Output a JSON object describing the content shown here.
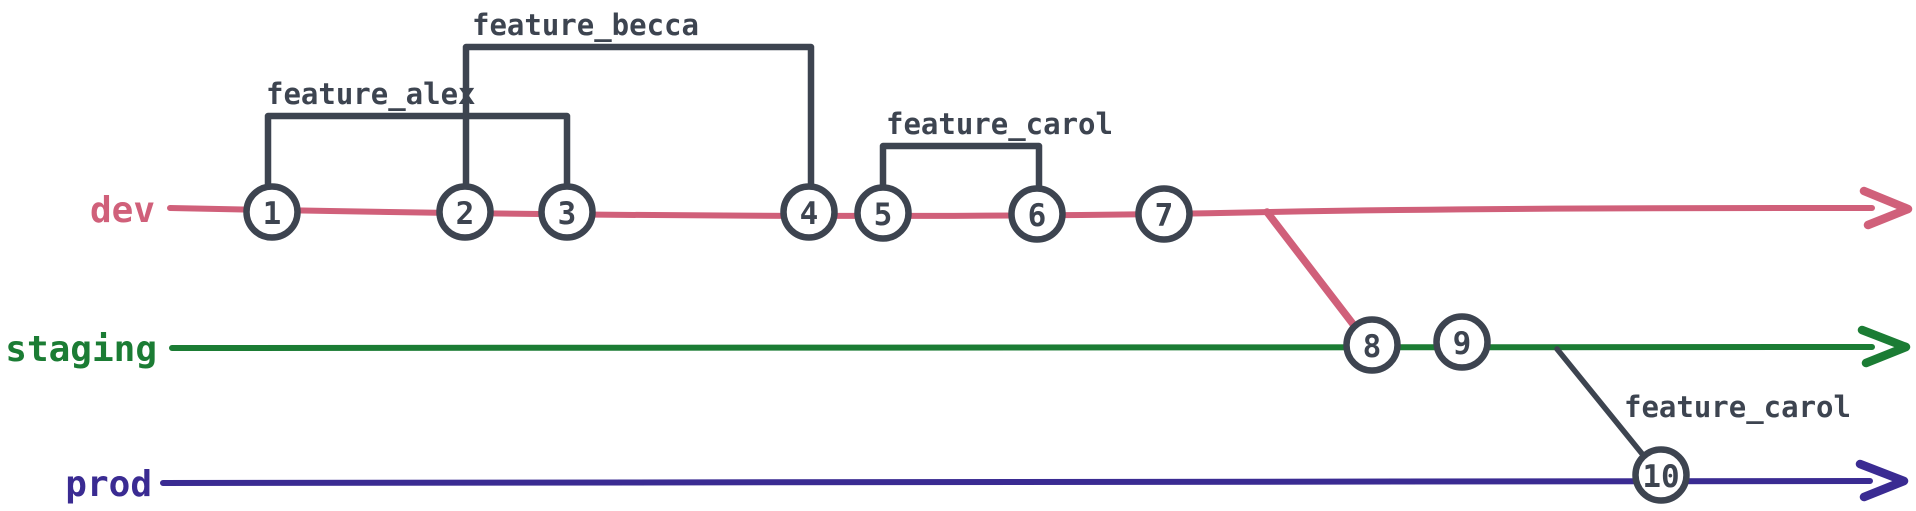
{
  "diagram": {
    "title_hint": "git branch flow diagram",
    "ink": "#3d4450",
    "background": "#ffffff",
    "branches": [
      {
        "name": "dev",
        "color": "#d0607a"
      },
      {
        "name": "staging",
        "color": "#1b7c34"
      },
      {
        "name": "prod",
        "color": "#3a2b92"
      }
    ],
    "commits": [
      {
        "label": "1",
        "branch": "dev"
      },
      {
        "label": "2",
        "branch": "dev"
      },
      {
        "label": "3",
        "branch": "dev"
      },
      {
        "label": "4",
        "branch": "dev"
      },
      {
        "label": "5",
        "branch": "dev"
      },
      {
        "label": "6",
        "branch": "dev"
      },
      {
        "label": "7",
        "branch": "dev"
      },
      {
        "label": "8",
        "branch": "staging"
      },
      {
        "label": "9",
        "branch": "staging"
      },
      {
        "label": "10",
        "branch": "prod"
      }
    ],
    "features": [
      {
        "text": "feature_alex",
        "branch": "dev",
        "from_commit": "1",
        "to_commit": "3"
      },
      {
        "text": "feature_becca",
        "branch": "dev",
        "from_commit": "2",
        "to_commit": "4"
      },
      {
        "text": "feature_carol",
        "branch": "dev",
        "from_commit": "5",
        "to_commit": "6"
      }
    ],
    "merges": [
      {
        "from": "dev",
        "to": "staging",
        "at_commit": "8"
      },
      {
        "from": "staging",
        "to": "prod",
        "at_commit": "10",
        "label": "feature_carol"
      }
    ]
  }
}
